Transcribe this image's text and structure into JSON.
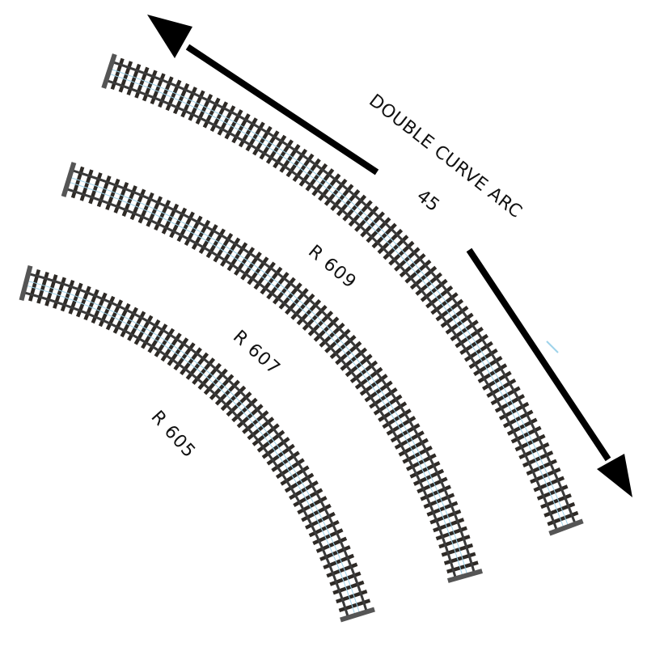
{
  "title": "DOUBLE CURVE ARC",
  "angle_label": "45",
  "tracks": [
    {
      "label": "R 609",
      "id": "r609"
    },
    {
      "label": "R 607",
      "id": "r607"
    },
    {
      "label": "R 605",
      "id": "r605"
    }
  ],
  "colors": {
    "rail": "#3a3a3a",
    "tie": "#2e2a26",
    "ballast_hint": "#9fd3ea",
    "arrow": "#000000",
    "background": "#ffffff"
  },
  "icons": {
    "arrow_left": "arrow-up-left-icon",
    "arrow_right": "arrow-down-right-icon"
  }
}
